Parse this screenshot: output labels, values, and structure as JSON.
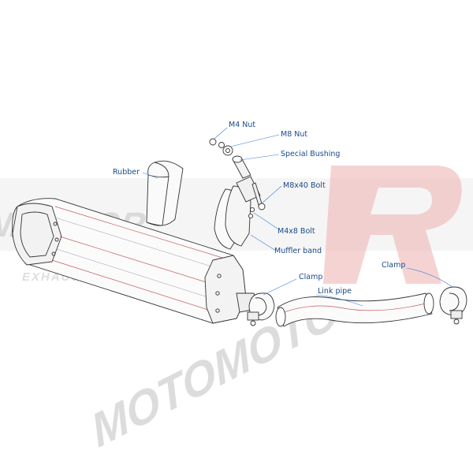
{
  "colors": {
    "callout_text": "#1a4a8a",
    "leader_line": "#3a7fd0",
    "part_outline": "#333333",
    "part_accent": "#c45a5a",
    "watermark_gray": "#d9d9d9",
    "watermark_red": "#e9a0a0"
  },
  "watermark": {
    "brand": "MOTOMOTO",
    "brand_left": "MINIMATOR",
    "tagline": "EXHAUST SYSTEM"
  },
  "labels": {
    "m4_nut": "M4 Nut",
    "m8_nut": "M8 Nut",
    "special_bushing": "Special Bushing",
    "rubber": "Rubber",
    "m8x40_bolt": "M8x40 Bolt",
    "m4x8_bolt": "M4x8 Bolt",
    "muffler_band": "Muffler band",
    "clamp_left": "Clamp",
    "clamp_right": "Clamp",
    "link_pipe": "Link pipe"
  }
}
